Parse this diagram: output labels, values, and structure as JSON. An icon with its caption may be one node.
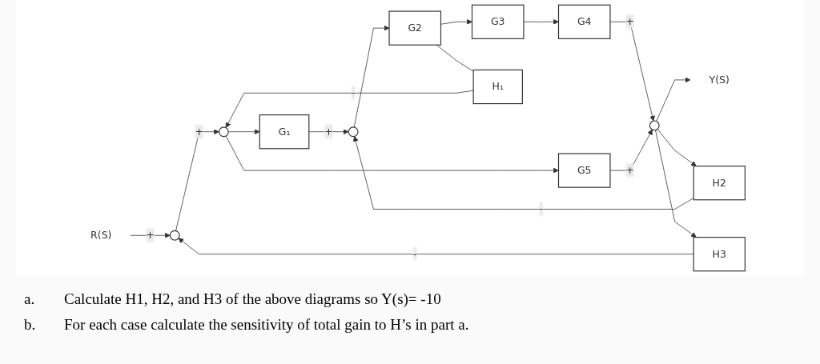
{
  "diagram": {
    "nodes": [
      {
        "text": [
          "R(S)"
        ]
      },
      {
        "text": [],
        "shape": "circle"
      },
      {
        "text": [],
        "shape": "circle"
      },
      {
        "text": [
          "G₁"
        ]
      },
      {
        "text": [],
        "shape": "circle"
      },
      {
        "text": [
          "G2"
        ]
      },
      {
        "text": [
          "G3"
        ]
      },
      {
        "text": [
          "G4"
        ]
      },
      {
        "text": [],
        "shape": "circle"
      },
      {
        "text": [
          "Y(S)"
        ]
      },
      {
        "text": [
          "G5"
        ]
      },
      {
        "text": [
          "H₁"
        ]
      },
      {
        "text": [
          "H2"
        ]
      },
      {
        "text": [
          "H3"
        ]
      }
    ],
    "edges": [
      {
        "from": 0,
        "to": 1,
        "arrow": "to",
        "label": "+"
      },
      {
        "from": 1,
        "to": 2,
        "arrow": "to",
        "label": "+"
      },
      {
        "from": 2,
        "to": 3,
        "arrow": "to"
      },
      {
        "from": 2,
        "to": 10,
        "arrow": "to"
      },
      {
        "from": 3,
        "to": 4,
        "arrow": "to",
        "label": "+"
      },
      {
        "from": 4,
        "to": 5,
        "arrow": "to"
      },
      {
        "from": 5,
        "to": 6,
        "arrow": "to"
      },
      {
        "from": 6,
        "to": 7,
        "arrow": "to"
      },
      {
        "from": 7,
        "to": 8,
        "arrow": "to",
        "label": "+"
      },
      {
        "from": 10,
        "to": 8,
        "arrow": "to",
        "label": "+"
      },
      {
        "from": 8,
        "to": 9,
        "arrow": "to"
      },
      {
        "from": 5,
        "to": 11,
        "arrow": "none"
      },
      {
        "from": 11,
        "to": 2,
        "arrow": "to",
        "label": "-"
      },
      {
        "from": 8,
        "to": 12,
        "arrow": "to"
      },
      {
        "from": 12,
        "to": 4,
        "arrow": "to",
        "label": "-"
      },
      {
        "from": 8,
        "to": 13,
        "arrow": "to"
      },
      {
        "from": 13,
        "to": 1,
        "arrow": "to",
        "label": "-"
      }
    ],
    "labels": [
      "a.",
      "Calculate H1, H2, and H3 of the above diagrams so Y(s)= -10",
      "b.",
      "For each case calculate the sensitivity of total gain to H’s in part a."
    ]
  }
}
